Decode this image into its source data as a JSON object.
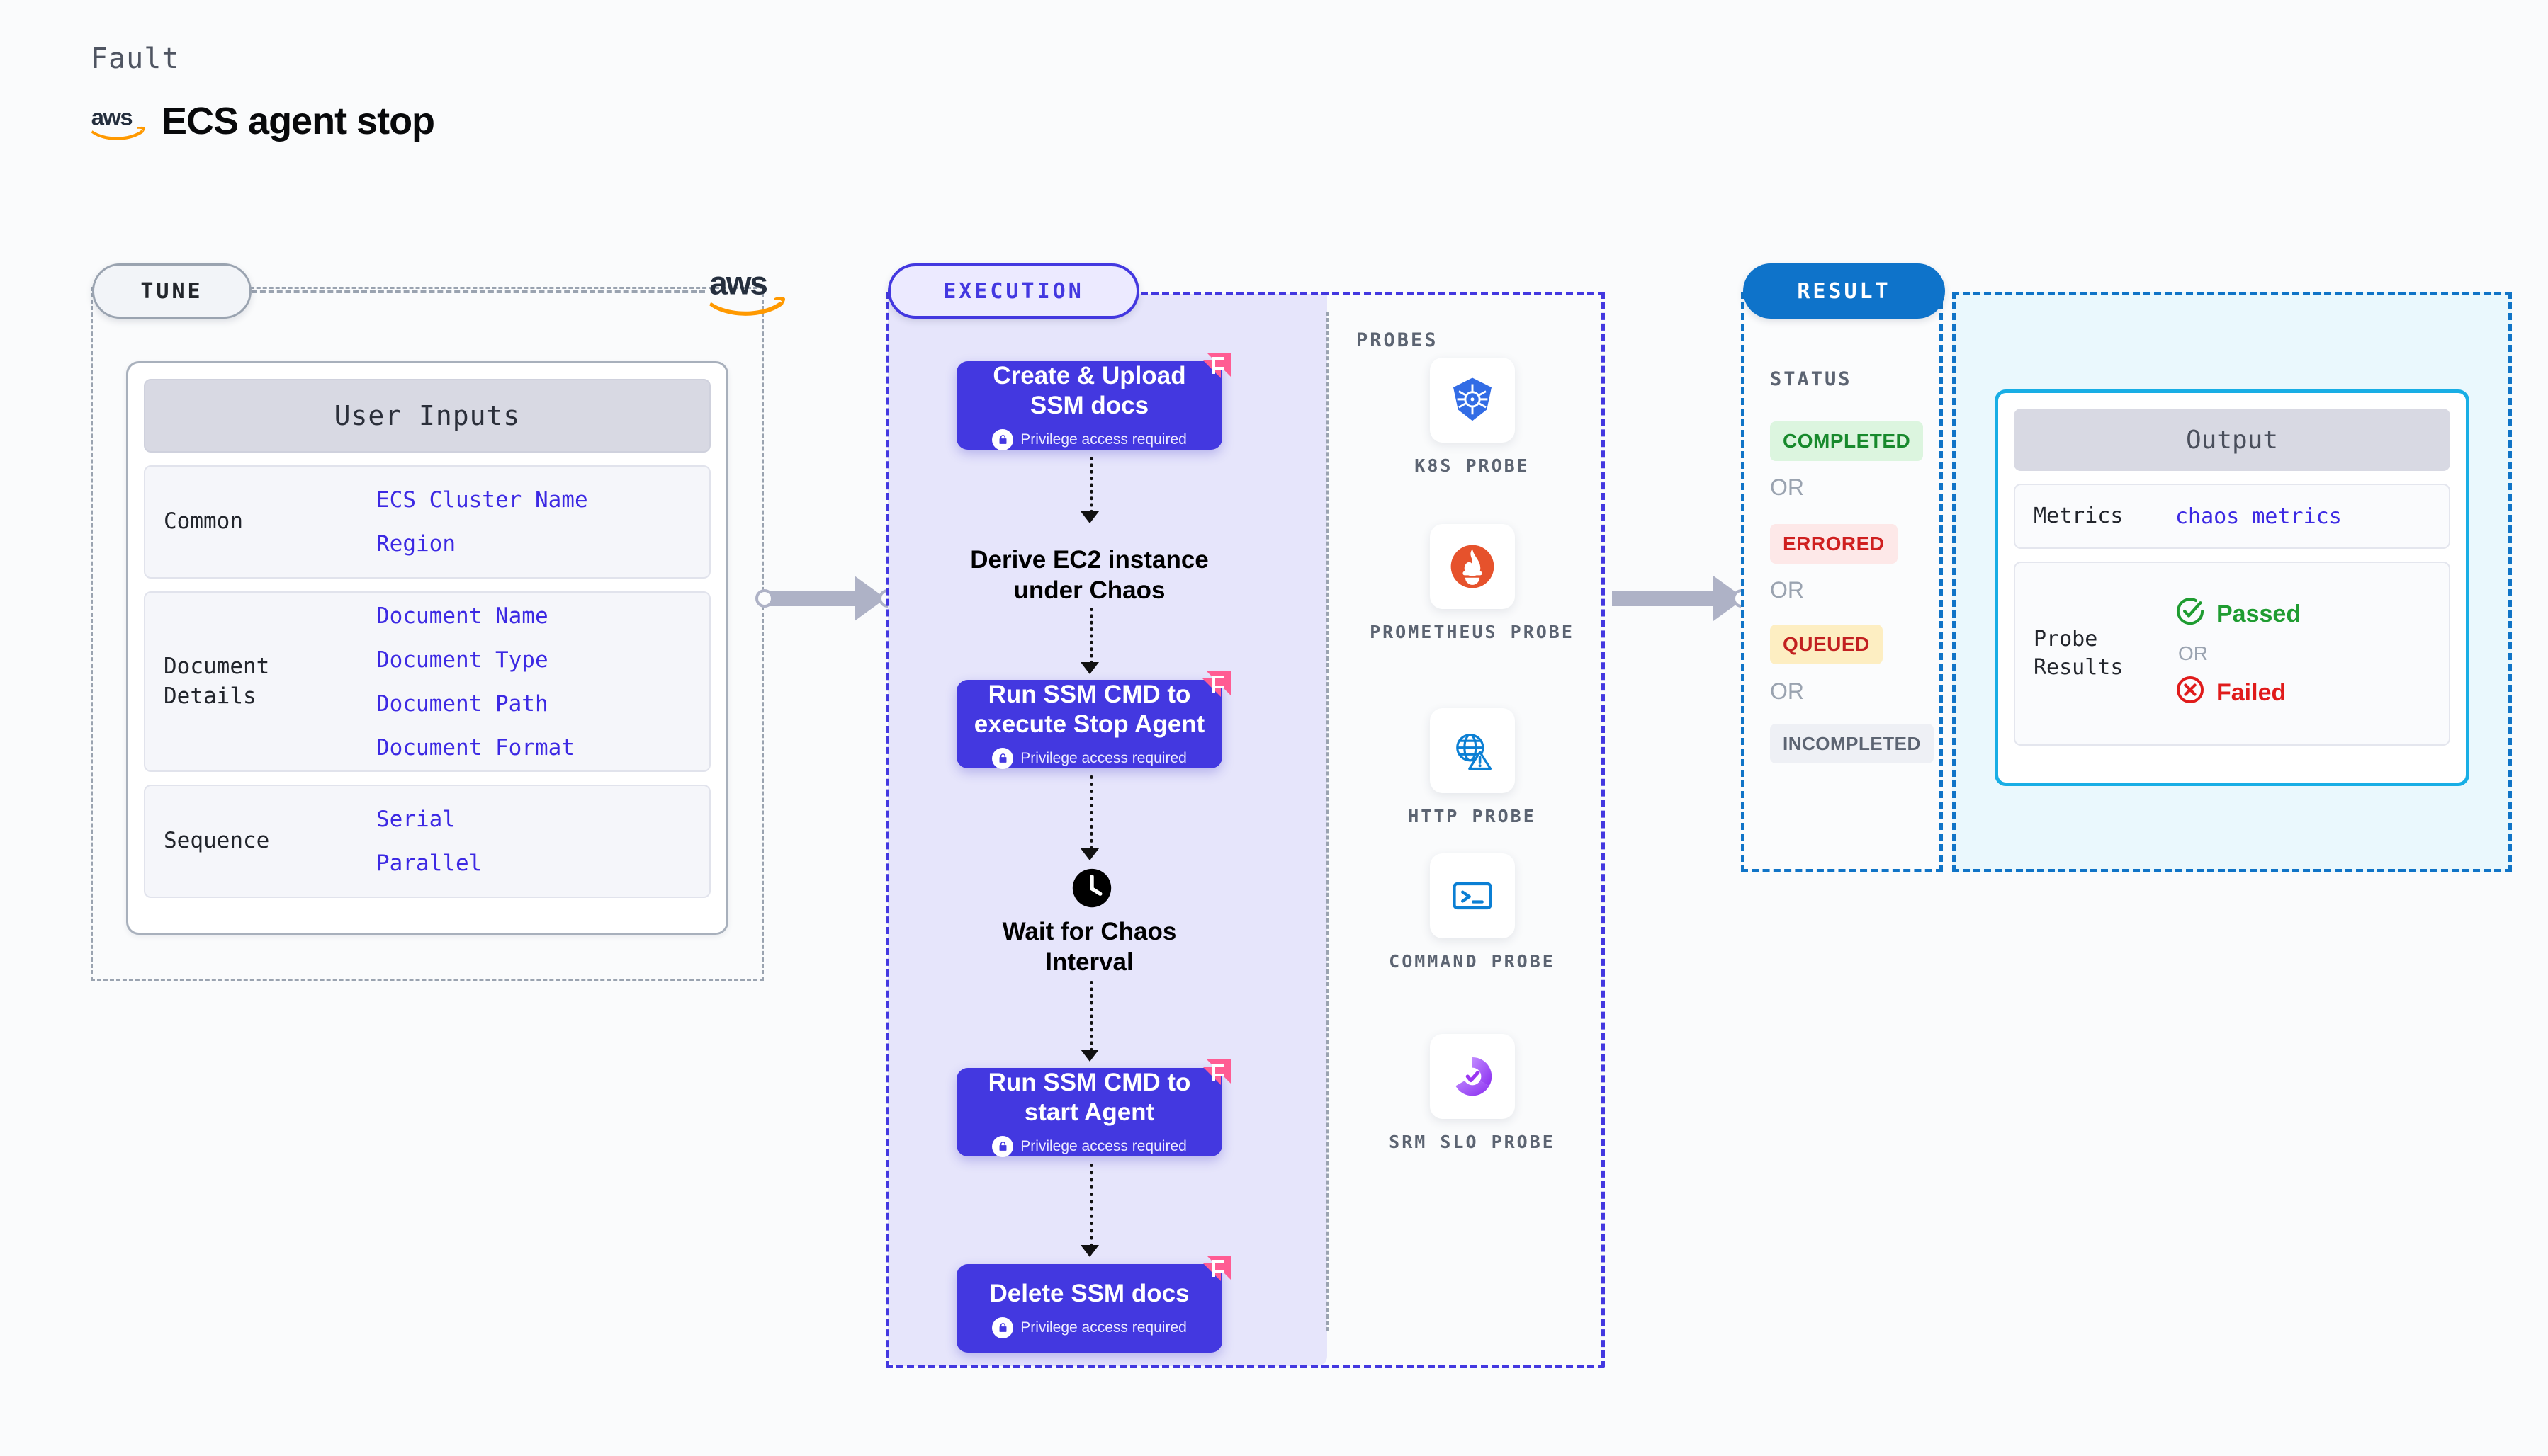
{
  "header": {
    "kicker": "Fault",
    "title": "ECS agent stop",
    "logo_icon": "aws-logo"
  },
  "tune": {
    "badge": "TUNE",
    "aws_icon": "aws-logo",
    "card_title": "User Inputs",
    "rows": [
      {
        "label": "Common",
        "values": [
          "ECS Cluster Name",
          "Region"
        ]
      },
      {
        "label": "Document\nDetails",
        "values": [
          "Document Name",
          "Document Type",
          "Document Path",
          "Document Format"
        ]
      },
      {
        "label": "Sequence",
        "values": [
          "Serial",
          "Parallel"
        ]
      }
    ]
  },
  "execution": {
    "badge": "EXECUTION",
    "privilege_note": "Privilege access required",
    "nodes": [
      {
        "type": "task",
        "label": "Create & Upload SSM docs",
        "privileged": true,
        "icon": "harness-ribbon-icon"
      },
      {
        "type": "plain",
        "label": "Derive EC2 instance under Chaos",
        "privileged": false,
        "icon": ""
      },
      {
        "type": "task",
        "label": "Run SSM CMD to execute Stop Agent",
        "privileged": true,
        "icon": "harness-ribbon-icon"
      },
      {
        "type": "wait",
        "label": "Wait for Chaos Interval",
        "privileged": false,
        "icon": "clock-icon"
      },
      {
        "type": "task",
        "label": "Run SSM CMD to start Agent",
        "privileged": true,
        "icon": "harness-ribbon-icon"
      },
      {
        "type": "task",
        "label": "Delete SSM docs",
        "privileged": true,
        "icon": "harness-ribbon-icon"
      }
    ]
  },
  "probes": {
    "title": "PROBES",
    "items": [
      {
        "name": "K8S PROBE",
        "icon": "kubernetes-icon"
      },
      {
        "name": "PROMETHEUS PROBE",
        "icon": "prometheus-icon"
      },
      {
        "name": "HTTP PROBE",
        "icon": "http-globe-icon"
      },
      {
        "name": "COMMAND PROBE",
        "icon": "terminal-icon"
      },
      {
        "name": "SRM SLO PROBE",
        "icon": "srm-slo-icon"
      }
    ]
  },
  "result": {
    "badge": "RESULT",
    "status_title": "STATUS",
    "or_text": "OR",
    "statuses": [
      {
        "label": "COMPLETED",
        "bg": "#dcf5df",
        "fg": "#17892c"
      },
      {
        "label": "ERRORED",
        "bg": "#fde8e8",
        "fg": "#cf2020"
      },
      {
        "label": "QUEUED",
        "bg": "#fdeec2",
        "fg": "#c22020"
      },
      {
        "label": "INCOMPLETED",
        "bg": "#eef0f5",
        "fg": "#5c6472"
      }
    ]
  },
  "output": {
    "card_title": "Output",
    "metrics_label": "Metrics",
    "metrics_value": "chaos metrics",
    "probe_results_label": "Probe\nResults",
    "or_text": "OR",
    "passed_label": "Passed",
    "passed_icon": "check-circle-icon",
    "failed_label": "Failed",
    "failed_icon": "x-circle-icon"
  },
  "colors": {
    "primary_purple": "#4338e0",
    "result_blue": "#0e73ca",
    "output_cyan": "#18aee5",
    "aws_orange": "#f90",
    "pink_ribbon": "#ff5c93"
  }
}
